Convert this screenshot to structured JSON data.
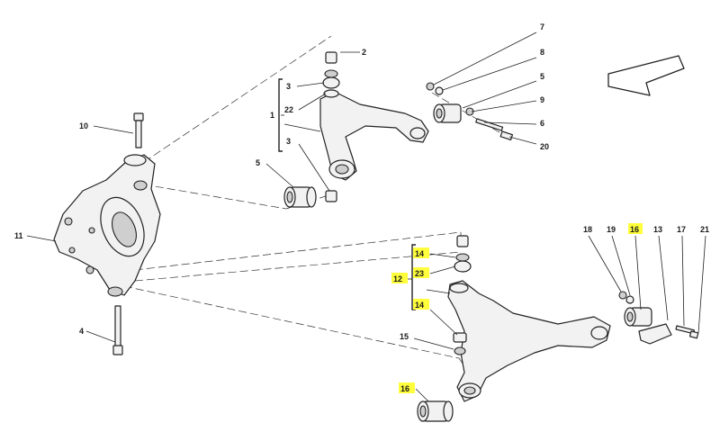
{
  "callouts": {
    "c1": "1",
    "c2": "2",
    "c3a": "3",
    "c3b": "3",
    "c4": "4",
    "c5a": "5",
    "c5b": "5",
    "c6": "6",
    "c7": "7",
    "c8": "8",
    "c9": "9",
    "c10": "10",
    "c11": "11",
    "c12": "12",
    "c13": "13",
    "c14a": "14",
    "c14b": "14",
    "c15": "15",
    "c16a": "16",
    "c16b": "16",
    "c17": "17",
    "c18": "18",
    "c19": "19",
    "c20": "20",
    "c21": "21",
    "c22": "22",
    "c23": "23"
  },
  "highlight_color": "#ffff3c",
  "highlighted_callouts": [
    "12",
    "14",
    "16",
    "23"
  ],
  "icons": {
    "direction": "direction-arrow-icon"
  }
}
